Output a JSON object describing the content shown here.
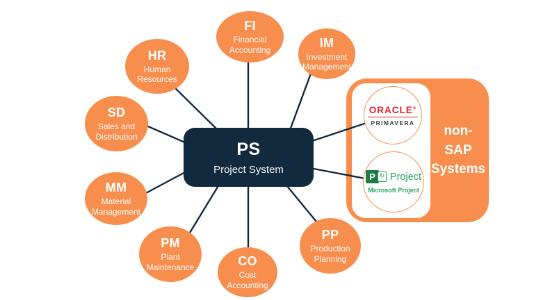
{
  "colors": {
    "node_orange": "#F78E4D",
    "center_navy": "#122A3D",
    "connector_navy": "#14293E",
    "oracle_red": "#E21F26",
    "primavera_dark": "#3B3B3B",
    "msproject_square_green": "#1E7B44",
    "msproject_text_green": "#27A463",
    "text_white": "#FFFFFF"
  },
  "center_node": {
    "code": "PS",
    "name": "Project System"
  },
  "modules": [
    {
      "code": "FI",
      "name": "Financial Accounting"
    },
    {
      "code": "IM",
      "name": "Investment Management"
    },
    {
      "code": "HR",
      "name": "Human Resources"
    },
    {
      "code": "SD",
      "name": "Sales and Distribution"
    },
    {
      "code": "MM",
      "name": "Material Management"
    },
    {
      "code": "PM",
      "name": "Plant Maintenance"
    },
    {
      "code": "CO",
      "name": "Cost Accounting"
    },
    {
      "code": "PP",
      "name": "Production Planning"
    }
  ],
  "non_sap": {
    "label": "non-SAP Systems",
    "systems": [
      {
        "name": "Oracle Primavera",
        "brand": "ORACLE",
        "mark": "®",
        "sub": "PRIMAVERA"
      },
      {
        "name": "Microsoft Project",
        "letter": "P",
        "icon_glyph": "↻",
        "brand": "Project",
        "sub": "Microsoft Project"
      }
    ]
  }
}
